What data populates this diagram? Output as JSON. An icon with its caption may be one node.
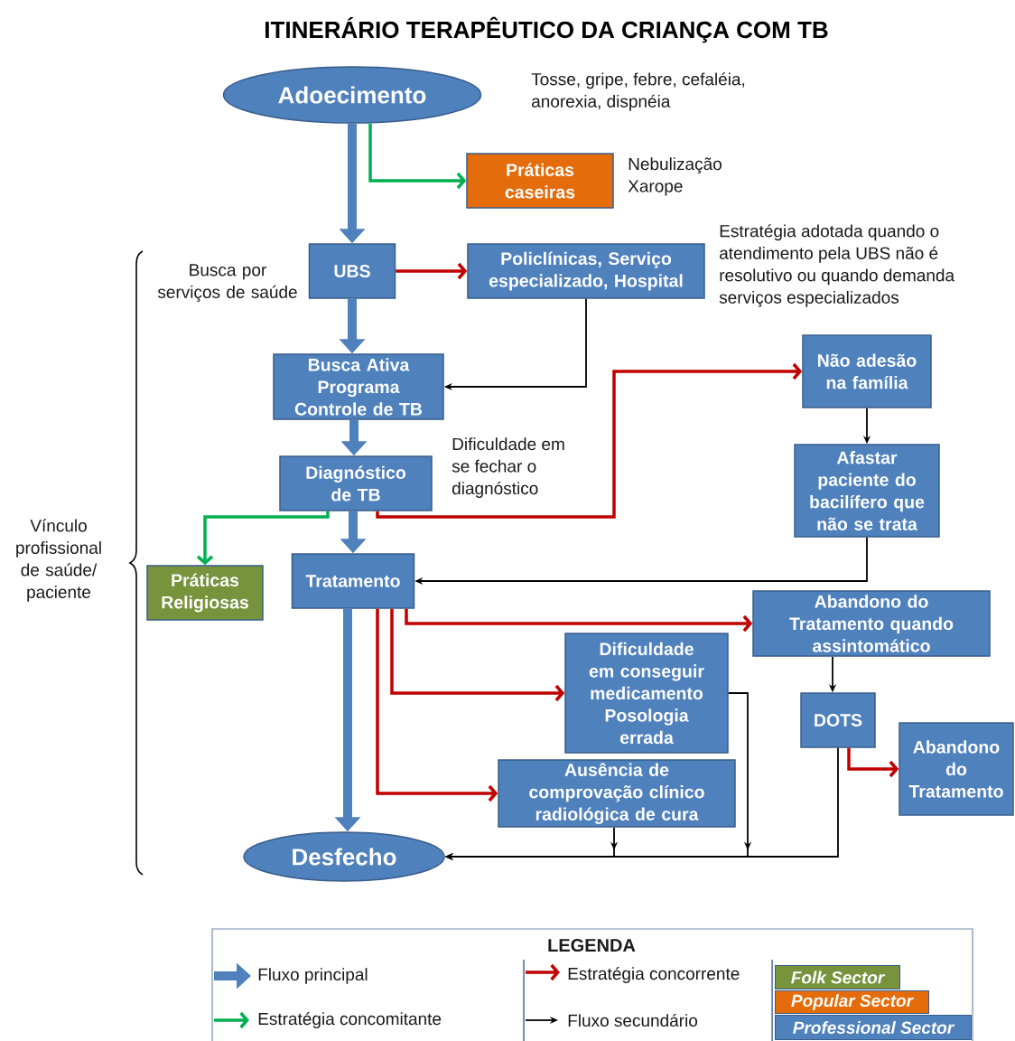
{
  "diagram": {
    "title": "ITINERÁRIO TERAPÊUTICO DA CRIANÇA COM TB",
    "nodes": [
      {
        "text": [
          "Adoecimento"
        ],
        "beside": [
          "Tosse, gripe, febre, cefaléia, anorexia, dispnéia"
        ]
      },
      {
        "text": [
          "Práticas caseiras"
        ],
        "beside": [
          "Nebulização Xarope"
        ]
      },
      {
        "text": [
          "UBS"
        ],
        "beside": [
          "Busca por serviços de saúde"
        ]
      },
      {
        "text": [
          "Policlínicas, Serviço especializado, Hospital"
        ],
        "beside": [
          "Estratégia adotada quando o atendimento pela UBS não é resolutivo ou quando demanda serviços especializados"
        ]
      },
      {
        "text": [
          "Busca Ativa Programa Controle de TB"
        ]
      },
      {
        "text": [
          "Diagnóstico de TB"
        ],
        "beside": [
          "Dificuldade em se fechar o diagnóstico"
        ]
      },
      {
        "text": [
          "Não adesão na família"
        ]
      },
      {
        "text": [
          "Afastar paciente do bacilífero que não se trata"
        ]
      },
      {
        "text": [
          "Práticas Religiosas"
        ]
      },
      {
        "text": [
          "Tratamento"
        ]
      },
      {
        "text": [
          "Abandono do Tratamento quando assintomático"
        ]
      },
      {
        "text": [
          "Dificuldade em conseguir medicamento Posologia errada"
        ]
      },
      {
        "text": [
          "DOTS"
        ]
      },
      {
        "text": [
          "Ausência de comprovação clínico radiológica de cura"
        ]
      },
      {
        "text": [
          "Abandono do Tratamento"
        ]
      },
      {
        "text": [
          "Desfecho"
        ]
      }
    ],
    "edges": [
      {
        "from": 0,
        "to": 2,
        "arrow": "to",
        "style": "thick",
        "color": "#4f81bd"
      },
      {
        "from": 0,
        "to": 1,
        "arrow": "to",
        "color": "#00b050"
      },
      {
        "from": 2,
        "to": 3,
        "arrow": "to",
        "color": "#c00000"
      },
      {
        "from": 3,
        "to": 4,
        "arrow": "to"
      },
      {
        "from": 2,
        "to": 4,
        "arrow": "to",
        "style": "thick",
        "color": "#4f81bd"
      },
      {
        "from": 4,
        "to": 5,
        "arrow": "to",
        "style": "thick",
        "color": "#4f81bd"
      },
      {
        "from": 5,
        "to": 6,
        "arrow": "to",
        "color": "#c00000"
      },
      {
        "from": 5,
        "to": 8,
        "arrow": "to",
        "color": "#00b050"
      },
      {
        "from": 5,
        "to": 9,
        "arrow": "to",
        "style": "thick",
        "color": "#4f81bd"
      },
      {
        "from": 6,
        "to": 7,
        "arrow": "to"
      },
      {
        "from": 7,
        "to": 9,
        "arrow": "to"
      },
      {
        "from": 9,
        "to": 15,
        "arrow": "to",
        "style": "thick",
        "color": "#4f81bd"
      },
      {
        "from": 9,
        "to": 10,
        "arrow": "to",
        "color": "#c00000"
      },
      {
        "from": 9,
        "to": 11,
        "arrow": "to",
        "color": "#c00000"
      },
      {
        "from": 9,
        "to": 13,
        "arrow": "to",
        "color": "#c00000"
      },
      {
        "from": 10,
        "to": 12,
        "arrow": "to"
      },
      {
        "from": 11,
        "to": 15,
        "arrow": "to"
      },
      {
        "from": 13,
        "to": 15,
        "arrow": "to"
      },
      {
        "from": 12,
        "to": 15,
        "arrow": "to"
      },
      {
        "from": 12,
        "to": 14,
        "arrow": "to",
        "color": "#c00000"
      }
    ],
    "labels": [
      "Vínculo profissional de saúde/ paciente",
      "LEGENDA"
    ],
    "legend": [
      {
        "text": "Fluxo principal"
      },
      {
        "text": "Estratégia concomitante"
      },
      {
        "text": "Estratégia concorrente"
      },
      {
        "text": "Fluxo secundário"
      },
      {
        "text": "Folk Sector",
        "color": "#77933c"
      },
      {
        "text": "Popular Sector",
        "color": "#e46c0a"
      },
      {
        "text": "Professional Sector",
        "color": "#4f81bd"
      }
    ]
  }
}
